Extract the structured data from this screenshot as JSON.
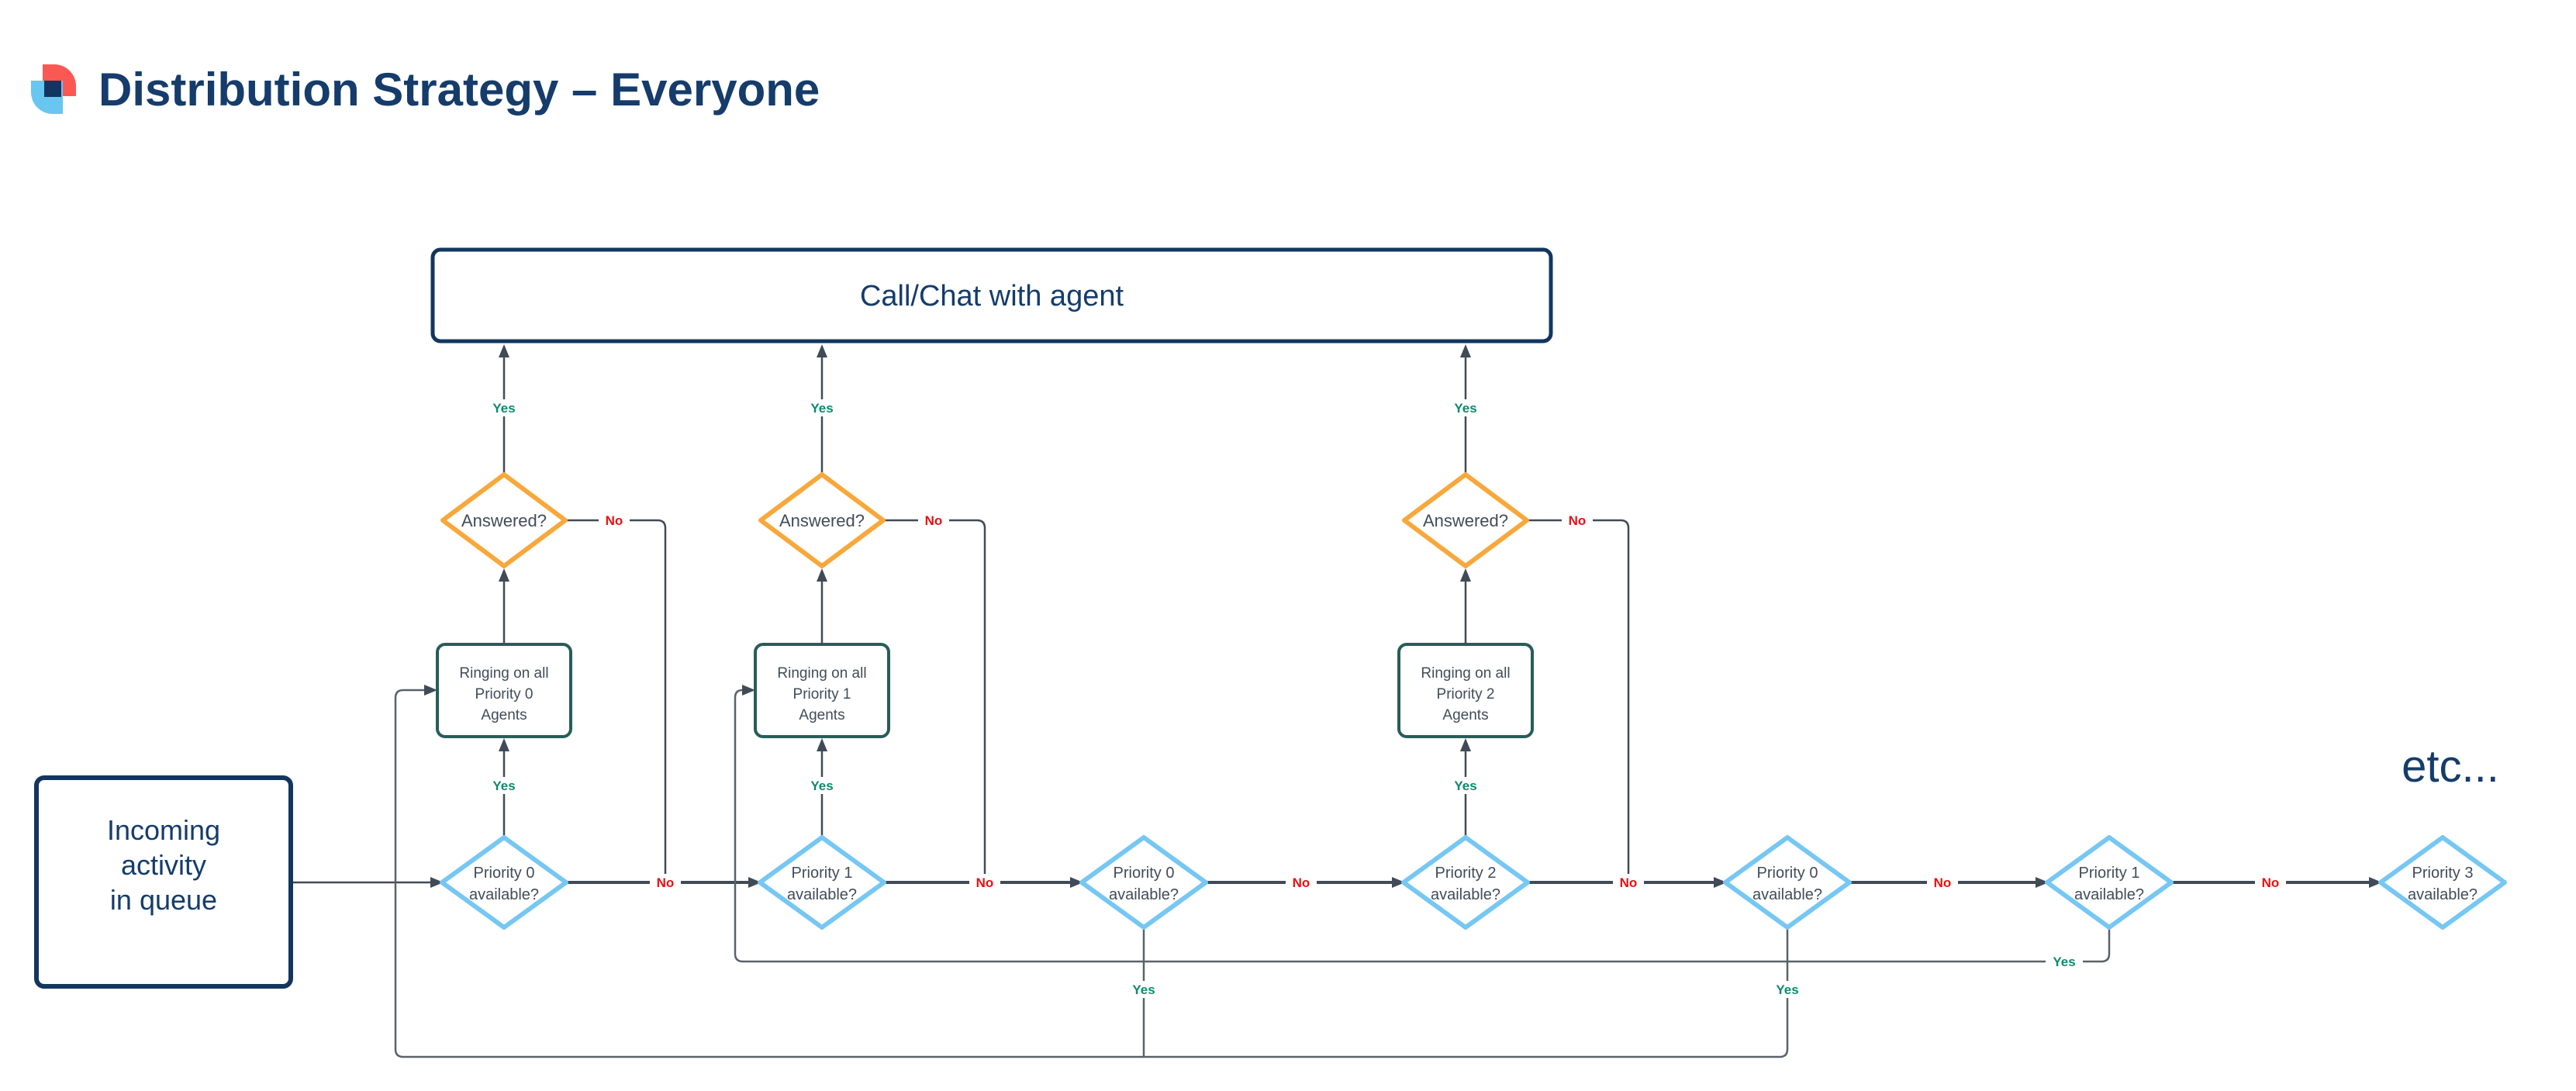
{
  "title": "Distribution Strategy – Everyone",
  "etc_label": "etc...",
  "labels": {
    "yes": "Yes",
    "no": "No"
  },
  "nodes": [
    {
      "id": "incoming",
      "type": "process",
      "lines": [
        "Incoming",
        "activity",
        "in queue"
      ]
    },
    {
      "id": "call-chat",
      "type": "process",
      "lines": [
        "Call/Chat with agent"
      ]
    },
    {
      "id": "ringing-p0",
      "type": "process",
      "lines": [
        "Ringing on all",
        "Priority 0",
        "Agents"
      ]
    },
    {
      "id": "ringing-p1",
      "type": "process",
      "lines": [
        "Ringing on all",
        "Priority 1",
        "Agents"
      ]
    },
    {
      "id": "ringing-p2",
      "type": "process",
      "lines": [
        "Ringing on all",
        "Priority 2",
        "Agents"
      ]
    },
    {
      "id": "answered-1",
      "type": "decision",
      "lines": [
        "Answered?"
      ]
    },
    {
      "id": "answered-2",
      "type": "decision",
      "lines": [
        "Answered?"
      ]
    },
    {
      "id": "answered-3",
      "type": "decision",
      "lines": [
        "Answered?"
      ]
    },
    {
      "id": "check-p0-1",
      "type": "decision",
      "lines": [
        "Priority 0",
        "available?"
      ]
    },
    {
      "id": "check-p1-1",
      "type": "decision",
      "lines": [
        "Priority 1",
        "available?"
      ]
    },
    {
      "id": "check-p0-2",
      "type": "decision",
      "lines": [
        "Priority 0",
        "available?"
      ]
    },
    {
      "id": "check-p2",
      "type": "decision",
      "lines": [
        "Priority 2",
        "available?"
      ]
    },
    {
      "id": "check-p0-3",
      "type": "decision",
      "lines": [
        "Priority 0",
        "available?"
      ]
    },
    {
      "id": "check-p1-2",
      "type": "decision",
      "lines": [
        "Priority 1",
        "available?"
      ]
    },
    {
      "id": "check-p3",
      "type": "decision",
      "lines": [
        "Priority 3",
        "available?"
      ]
    }
  ],
  "edges": [
    {
      "from": "incoming",
      "to": "check-p0-1",
      "label": ""
    },
    {
      "from": "check-p0-1",
      "to": "ringing-p0",
      "label": "Yes"
    },
    {
      "from": "check-p0-1",
      "to": "check-p1-1",
      "label": "No"
    },
    {
      "from": "ringing-p0",
      "to": "answered-1",
      "label": ""
    },
    {
      "from": "answered-1",
      "to": "call-chat",
      "label": "Yes"
    },
    {
      "from": "answered-1",
      "to": "check-p1-1",
      "label": "No"
    },
    {
      "from": "check-p1-1",
      "to": "ringing-p1",
      "label": "Yes"
    },
    {
      "from": "check-p1-1",
      "to": "check-p0-2",
      "label": "No"
    },
    {
      "from": "ringing-p1",
      "to": "answered-2",
      "label": ""
    },
    {
      "from": "answered-2",
      "to": "call-chat",
      "label": "Yes"
    },
    {
      "from": "answered-2",
      "to": "check-p0-2",
      "label": "No"
    },
    {
      "from": "check-p0-2",
      "to": "ringing-p0",
      "label": "Yes"
    },
    {
      "from": "check-p0-2",
      "to": "check-p2",
      "label": "No"
    },
    {
      "from": "check-p2",
      "to": "ringing-p2",
      "label": "Yes"
    },
    {
      "from": "check-p2",
      "to": "check-p0-3",
      "label": "No"
    },
    {
      "from": "ringing-p2",
      "to": "answered-3",
      "label": ""
    },
    {
      "from": "answered-3",
      "to": "call-chat",
      "label": "Yes"
    },
    {
      "from": "answered-3",
      "to": "check-p0-3",
      "label": "No"
    },
    {
      "from": "check-p0-3",
      "to": "ringing-p0",
      "label": "Yes"
    },
    {
      "from": "check-p0-3",
      "to": "check-p1-2",
      "label": "No"
    },
    {
      "from": "check-p1-2",
      "to": "ringing-p1",
      "label": "Yes"
    },
    {
      "from": "check-p1-2",
      "to": "check-p3",
      "label": "No"
    }
  ],
  "colors": {
    "canvas": "#ffffff",
    "navy_border": "#12365f",
    "navy_text": "#153c6b",
    "slate_line": "#414b57",
    "slate_text": "#414c59",
    "loop_line": "#5a6269",
    "orange": "#f8a83b",
    "light_blue": "#76c7f3",
    "teal": "#275d59",
    "green": "#0c8a6e",
    "red": "#ed0e0e",
    "logo_red": "#fa5953",
    "logo_blue": "#69c6f1"
  }
}
